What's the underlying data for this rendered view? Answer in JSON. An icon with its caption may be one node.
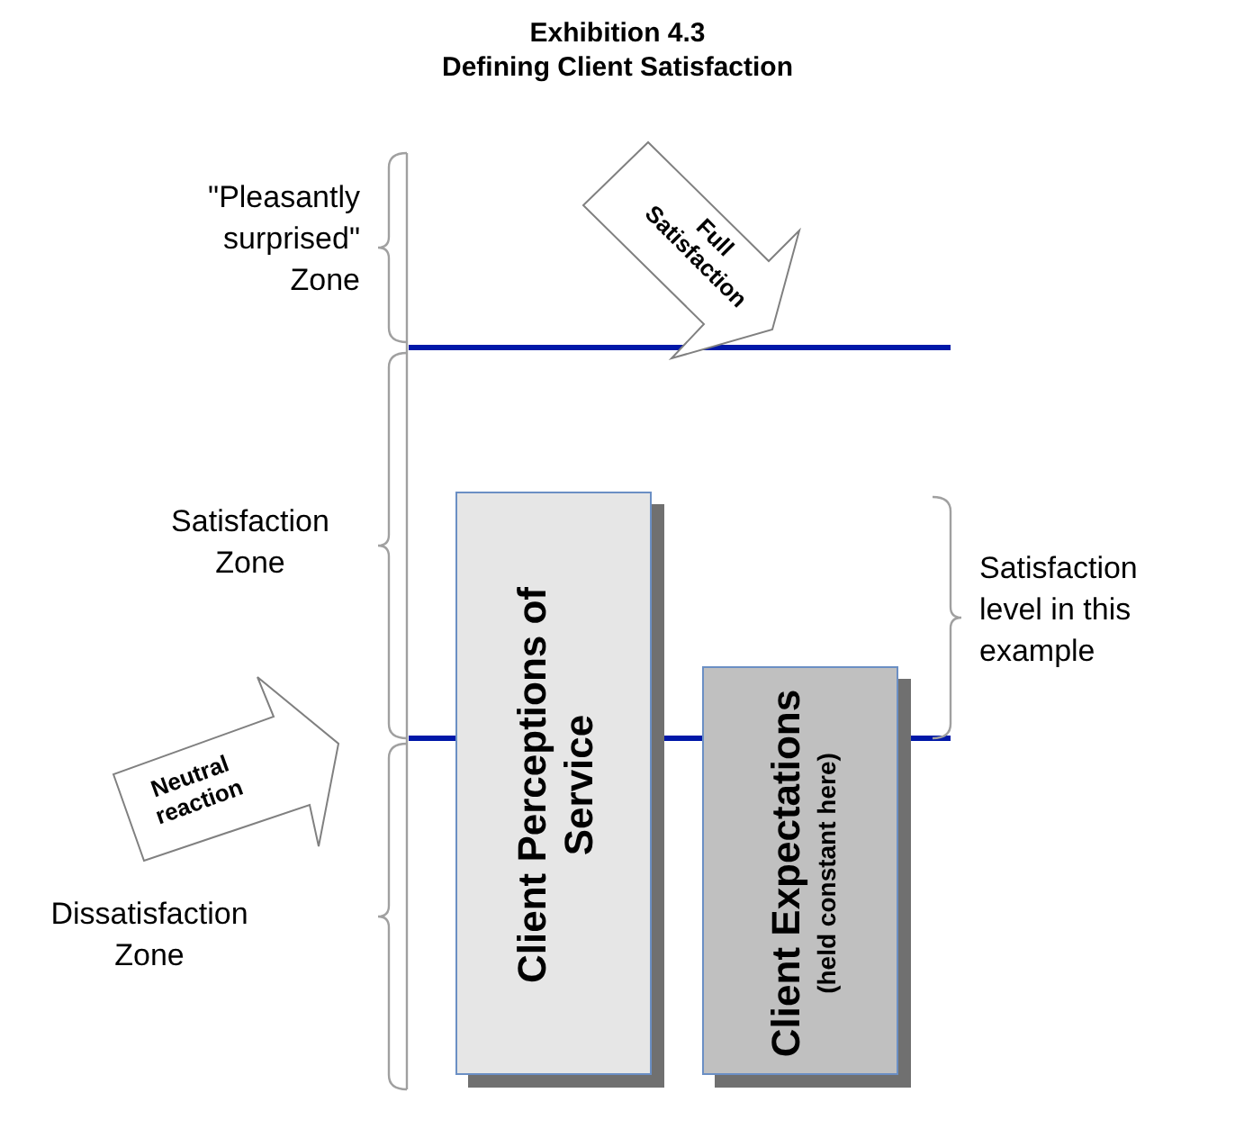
{
  "diagram": {
    "title": "Exhibition 4.3",
    "nodes": [
      {
        "text": [
          "Full Satisfaction"
        ]
      },
      {
        "text": [
          "Neutral reaction"
        ]
      },
      {
        "text": [
          "Client Perceptions of Service"
        ]
      },
      {
        "text": [
          "Client Expectations",
          "(held constant here)"
        ]
      }
    ],
    "labels": [
      "Defining Client Satisfaction",
      "\"Pleasantly surprised\" Zone",
      "Satisfaction Zone",
      "Dissatisfaction Zone",
      "Satisfaction level in this example"
    ]
  }
}
